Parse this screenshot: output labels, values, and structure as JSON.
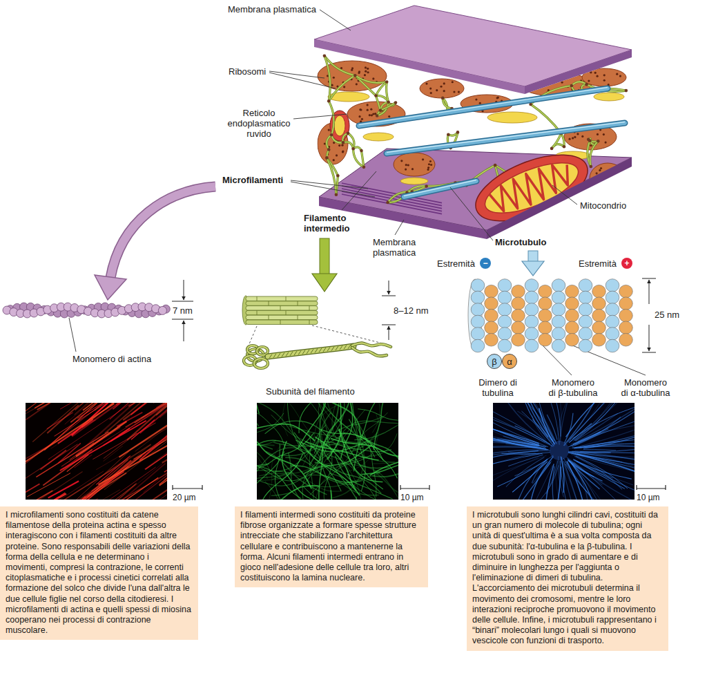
{
  "diagram": {
    "nodes": [
      {
        "text": [
          "−"
        ]
      },
      {
        "text": [
          "+"
        ]
      },
      {
        "text": [
          "β"
        ]
      },
      {
        "text": [
          "α"
        ]
      },
      {
        "text": [
          "I microfilamenti sono costituiti da catene filamentose della proteina actina e spesso interagiscono con i filamenti costituiti da altre proteine. Sono responsabili delle variazioni della forma della cellula e ne determinano i movimenti, compresi la contrazione, le correnti citoplasmatiche e i processi cinetici correlati alla formazione del solco che divide l'una dall'altra le due cellule figlie nel corso della citodieresi. I microfilamenti di actina e quelli spessi di miosina cooperano nei processi di contrazione muscolare."
        ]
      },
      {
        "text": [
          "I filamenti intermedi sono costituiti da proteine fibrose organizzate a formare spesse strutture intrecciate che stabilizzano l'architettura cellulare e contribuiscono a mantenerne la forma. Alcuni filamenti intermedi entrano in gioco nell'adesione delle cellule tra loro, altri costituiscono la lamina nucleare."
        ]
      },
      {
        "text": [
          "I microtubuli sono lunghi cilindri cavi, costituiti da un gran numero di molecole di tubulina; ogni unità di quest'ultima è a sua volta composta da due subunità: l'α-tubulina e la β-tubulina. I microtubuli sono in grado di aumentare e di diminuire in lunghezza per l'aggiunta o l'eliminazione di dimeri di tubulina. L'accorciamento dei microtubuli determina il movimento dei cromosomi, mentre le loro interazioni reciproche promuovono il movimento delle cellule. Infine, i microtubuli rappresentano i “binari” molecolari lungo i quali si muovono vescicole con funzioni di trasporto."
        ]
      }
    ],
    "labels": [
      "Membrana plasmatica",
      "Ribosomi",
      "Reticolo endoplasmatico ruvido",
      "Microfilamenti",
      "Filamento intermedio",
      "Mitocondrio",
      "Membrana plasmatica",
      "Microtubulo",
      "Estremità",
      "Estremità",
      "7 nm",
      "8–12 nm",
      "25 nm",
      "Monomero di actina",
      "Subunità del filamento",
      "Dimero di tubulina",
      "Monomero di β-tubulina",
      "Monomero di α-tubulina",
      "20 µm",
      "10 µm",
      "10 µm"
    ]
  }
}
